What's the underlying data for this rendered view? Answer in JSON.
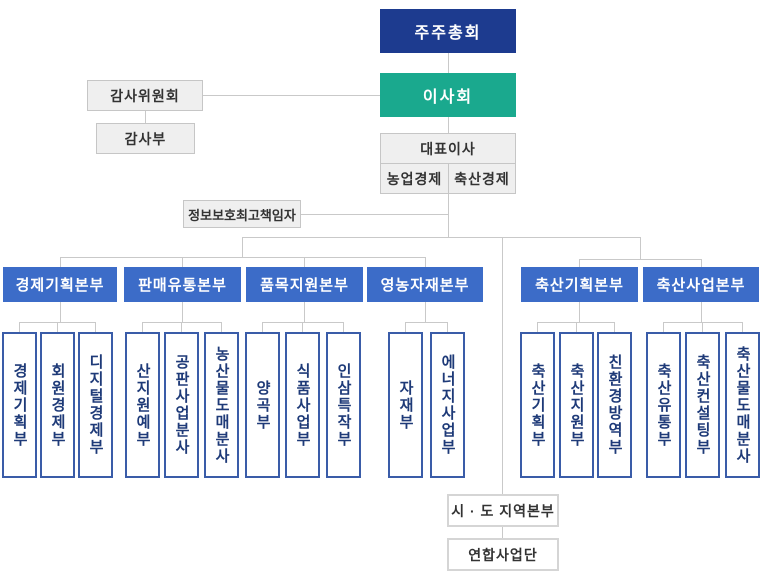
{
  "org_chart": {
    "shareholders_meeting": "주주총회",
    "board_of_directors": "이사회",
    "audit_committee": "감사위원회",
    "audit_department": "감사부",
    "ceo": "대표이사",
    "agri_economy": "농업경제",
    "livestock_economy": "축산경제",
    "ciso": "정보보호최고책임자",
    "divisions": [
      {
        "label": "경제기획본부",
        "children": [
          "경제기획부",
          "회원경제부",
          "디지털경제부"
        ]
      },
      {
        "label": "판매유통본부",
        "children": [
          "산지원예부",
          "공판사업분사",
          "농산물도매분사"
        ]
      },
      {
        "label": "품목지원본부",
        "children": [
          "양곡부",
          "식품사업부",
          "인삼특작부"
        ]
      },
      {
        "label": "영농자재본부",
        "children": [
          "자재부",
          "에너지사업부"
        ]
      },
      {
        "label": "축산기획본부",
        "children": [
          "축산기획부",
          "축산지원부",
          "친환경방역부"
        ]
      },
      {
        "label": "축산사업본부",
        "children": [
          "축산유통부",
          "축산컨설팅부",
          "축산물도매분사"
        ]
      }
    ],
    "regional_hq": "시 · 도 지역본부",
    "federation_group": "연합사업단",
    "colors": {
      "top_box": "#1d3b8f",
      "board_box": "#1aa98e",
      "division_header": "#3c6cc8",
      "dept_border": "#3a5ca8",
      "dept_text": "#1e3a78",
      "gray_box_fill": "#efefef",
      "connector": "#c9c9c9"
    }
  }
}
